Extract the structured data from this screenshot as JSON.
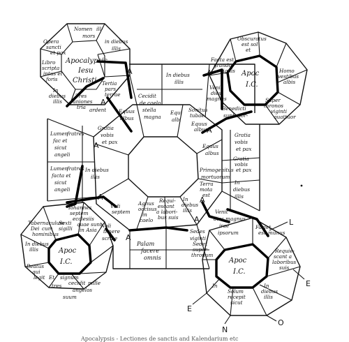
{
  "labels": {
    "nl_1": "Nomen",
    "nl_2": "ill-",
    "nl_3": "mors",
    "nl_4": "Opera",
    "nl_5": "sancti",
    "nl_6": "et pax",
    "nl_7": "in diebus",
    "nl_8": "illis",
    "nl_9": "Libro",
    "nl_10": "scripta",
    "nl_11": "intus et",
    "nl_12": "foris",
    "nl_13": "Apocalypsis",
    "nl_14": "Iesu",
    "nl_15": "Christi",
    "nl_16": "In",
    "nl_17": "diebus",
    "nl_18": "illis",
    "nl_19": "Tres",
    "nl_20": "uniones",
    "nl_21": "tria",
    "nl_22": "ardent",
    "nl_23": "Tertia",
    "nl_24": "pars",
    "nl_25": "terrae",
    "nl_26": "Equus",
    "nl_27": "albus",
    "nl_28": "Gratia",
    "nl_29": "vobis",
    "nl_30": "et pax",
    "nr_1": "Obscuratus",
    "nr_2": "est sol",
    "nr_3": "et",
    "nr_4": "Facta est",
    "nr_5": "grando",
    "nr_6": "et ignis",
    "nr_7": "Apoc",
    "nr_8": "I.C.",
    "nr_9": "Homo",
    "nr_10": "vestibus",
    "nr_11": "albis",
    "nr_12": "Super",
    "nr_13": "thronos",
    "nr_14": "viginti",
    "nr_15": "quattuor",
    "nr_16": "Venit",
    "nr_17": "dies",
    "nr_18": "magnus",
    "nr_19": "Sonitus",
    "nr_20": "tubae",
    "nr_21": "Benedicti",
    "nr_22": "sunt mor-",
    "nr_23": "Equus",
    "nr_24": "albus",
    "nr_25": "Gratia",
    "nr_26": "vobis",
    "nr_27": "et pax",
    "top_1": "In diebus",
    "top_2": "illis",
    "top_3": "Cecidit",
    "top_4": "de caelo",
    "top_5": "stella",
    "top_6": "magna",
    "top_7": "Equi",
    "top_8": "albi",
    "lw_1": "Lumen",
    "lw_2": "fratres",
    "lw_3": "fac et",
    "lw_4": "sicut",
    "lw_5": "angeli",
    "lw_6": "Lumen",
    "lw_7": "fratres",
    "lw_8": "facta et",
    "lw_9": "sicut",
    "lw_10": "angeli",
    "lw_11": "In diebus",
    "lw_12": "illis",
    "rw_1": "Equus",
    "rw_2": "albus",
    "rw_3": "Gratia",
    "rw_4": "vobis",
    "rw_5": "et pax",
    "rw_6": "Primogenitus",
    "rw_7": "mortuorum",
    "rw_8": "In",
    "rw_9": "diebus",
    "rw_10": "illis",
    "hub_1": "Iohannes",
    "hub_2": "septem",
    "hub_3": "ecclesiis",
    "hub_4": "quae sunt",
    "hub_5": "in Asia",
    "hub_6": "Noli",
    "hub_7": "timere",
    "hub_8": "scribe",
    "hub_9": "Vidi",
    "hub_10": "septem",
    "hub_11": "Agnus",
    "hub_12": "occisus",
    "hub_13": "in",
    "hub_14": "caelo",
    "hub_15": "Requi-",
    "hub_16": "escant",
    "hub_17": "a labori-",
    "hub_18": "bus suis",
    "hub_19": "In",
    "hub_20": "diebus",
    "hub_21": "illis",
    "hub_22": "Terra",
    "hub_23": "mota",
    "hub_24": "est",
    "hub_25": "Venit",
    "hub_26": "dies magnus",
    "hub_27": "irae",
    "hub_28": "ipsorum",
    "hub_29": "Sedes",
    "hub_30": "viginti",
    "hub_31": "Sedet",
    "hub_32": "super",
    "hub_33": "thronum",
    "sl_1": "Tabernaculum",
    "sl_2": "Dei",
    "sl_3": "cum",
    "sl_4": "hominibus",
    "sl_5": "Sexti",
    "sl_6": "sigilli",
    "sl_7": "In diebus",
    "sl_8": "illis",
    "sl_9": "Apoc",
    "sl_10": "I.C.",
    "sl_11": "Beatus",
    "sl_12": "qui",
    "sl_13": "legit",
    "sl_14": "Et",
    "sl_15": "signum",
    "sl_16": "cecidit",
    "sl_17": "mille",
    "sl_18": "tres",
    "sl_19": "angelos",
    "sl_20": "suum",
    "bot_1": "Palam",
    "bot_2": "facere",
    "bot_3": "omnis",
    "sr_1": "Faciet",
    "sr_2": "est",
    "sr_3": "munus",
    "sr_4": "Apoc",
    "sr_5": "I.C.",
    "sr_6": "Requie-",
    "sr_7": "scant a",
    "sr_8": "laboribus",
    "sr_9": "suis",
    "sr_10": "In",
    "sr_11": "diebus",
    "sr_12": "illis",
    "sr_13": "Solum",
    "sr_14": "recepit",
    "sr_15": "sicut",
    "sr_16": "In",
    "m_a1": "A",
    "m_a2": "A",
    "m_a3": "A",
    "m_a4": "A",
    "m_a5": "A",
    "m_a6": "A",
    "m_a7": "A",
    "m_a8": "A",
    "m_a9": "A",
    "dir_l": "L",
    "dir_e1": "E",
    "dir_e2": "E",
    "dir_n": "N",
    "dir_o": "O",
    "footer": "Apocalypsis - Lectiones de sanctis and Kalendarium etc"
  }
}
